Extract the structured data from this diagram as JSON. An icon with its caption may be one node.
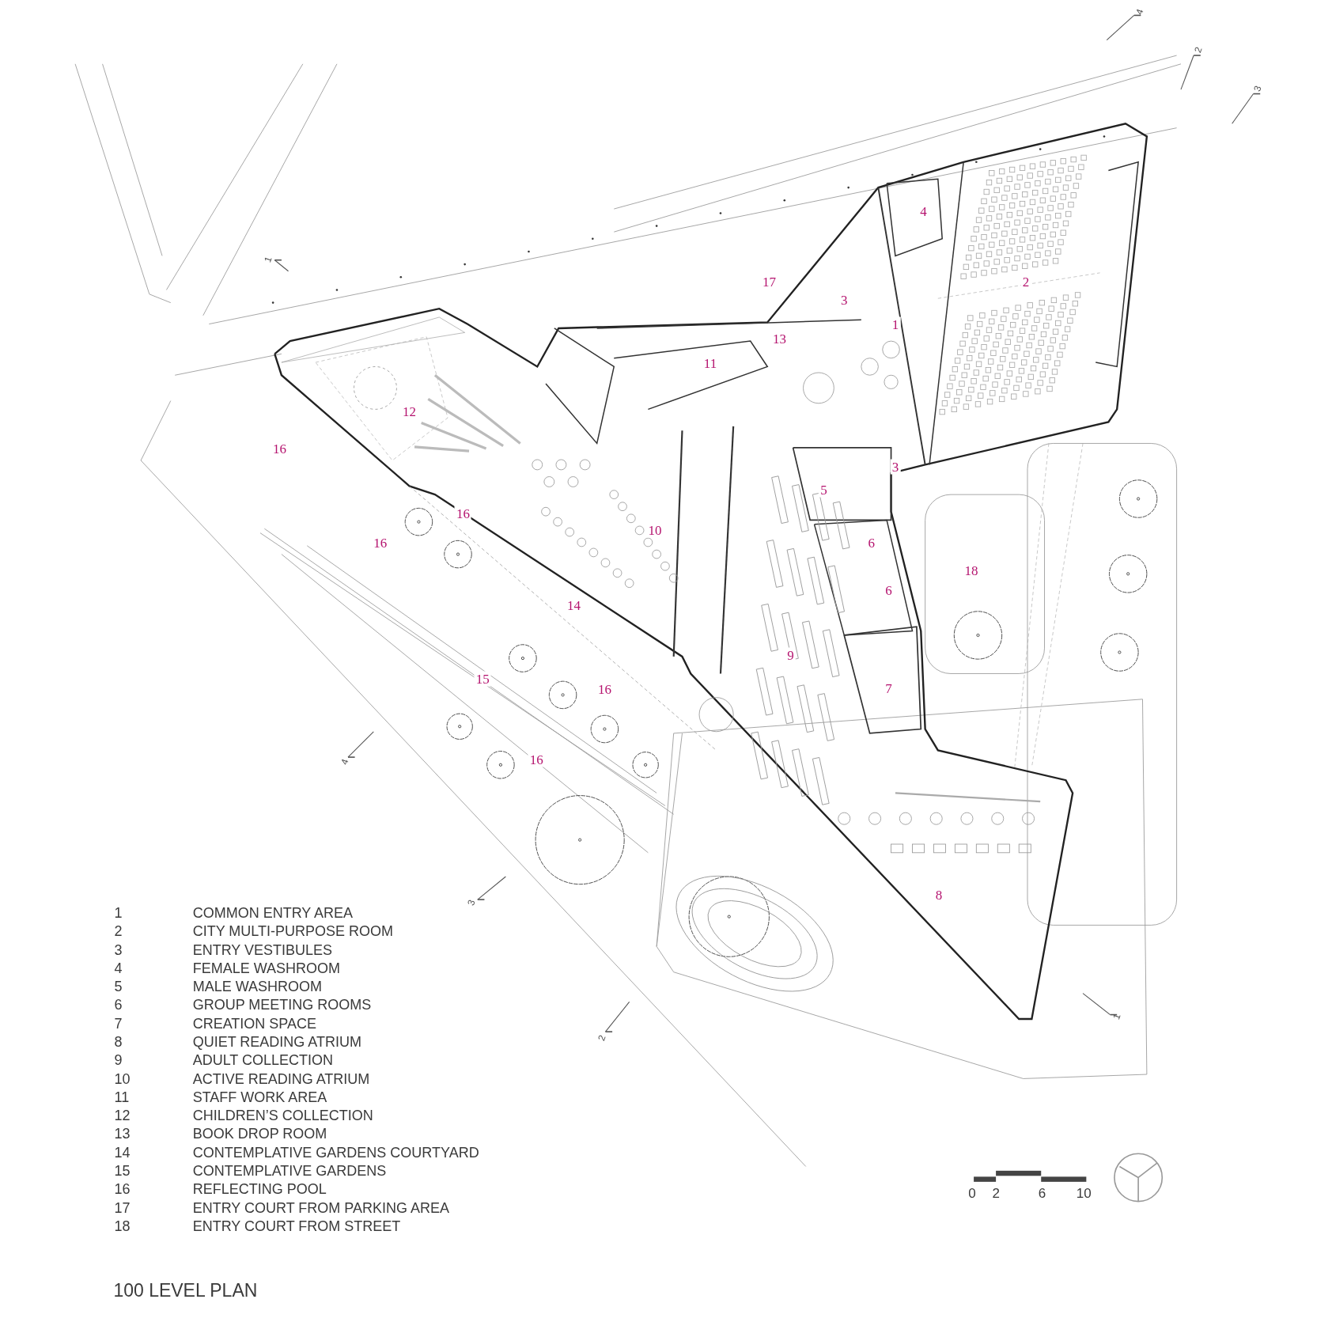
{
  "diagram": {
    "title": "100 LEVEL PLAN",
    "labels": [
      "17",
      "4",
      "2",
      "3",
      "1",
      "13",
      "11",
      "12",
      "16",
      "3",
      "5",
      "16",
      "16",
      "6",
      "10",
      "18",
      "6",
      "14",
      "9",
      "15",
      "16",
      "7",
      "16",
      "8",
      "4",
      "2",
      "3",
      "1",
      "4",
      "3",
      "2",
      "1",
      "1",
      "COMMON ENTRY AREA",
      "2",
      "CITY MULTI-PURPOSE ROOM",
      "3",
      "ENTRY VESTIBULES",
      "4",
      "FEMALE WASHROOM",
      "5",
      "MALE WASHROOM",
      "6",
      "GROUP MEETING ROOMS",
      "7",
      "CREATION SPACE",
      "8",
      "QUIET READING ATRIUM",
      "9",
      "ADULT COLLECTION",
      "10",
      "ACTIVE READING ATRIUM",
      "11",
      "STAFF WORK AREA",
      "12",
      "CHILDREN’S COLLECTION",
      "13",
      "BOOK DROP ROOM",
      "14",
      "CONTEMPLATIVE GARDENS COURTYARD",
      "15",
      "CONTEMPLATIVE GARDENS",
      "16",
      "REFLECTING POOL",
      "17",
      "ENTRY COURT FROM PARKING AREA",
      "18",
      "ENTRY COURT FROM STREET",
      "0",
      "2",
      "6",
      "10"
    ]
  }
}
